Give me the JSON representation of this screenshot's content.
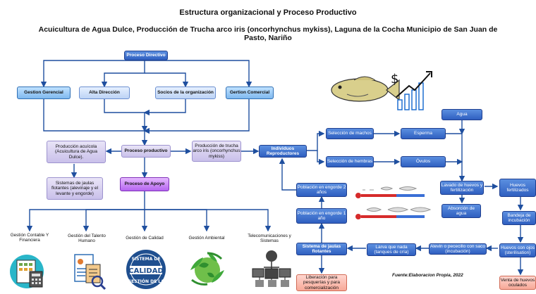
{
  "title": "Estructura organizacional y Proceso Productivo",
  "subtitle": "Acuicultura de Agua Dulce, Producción de Trucha arco iris (oncorhynchus mykiss), Laguna de la Cocha Municipio de San Juan de Pasto, Nariño",
  "nodes": {
    "proceso_directivo": "Proceso Directivo",
    "gestion_gerencial": "Gestion Gerencial",
    "alta_direccion": "Alta Dirección",
    "socios": "Socios de la organización",
    "gestion_comercial": "Gertion Comercial",
    "produccion_acuicola": "Producción acuícola (Acuicultura de Agua Dulce).",
    "sistemas_jaulas_flotantes_note": "Sistemas de jaulas flotantes (alevinaje y el levante y engorde)",
    "proceso_productivo": "Proceso productivo",
    "produccion_trucha": "Producción de trucha arco iris (oncorhynchus mykiss)",
    "individuos_reproductores": "Individuos Reproductores",
    "seleccion_machos": "Selección de machos",
    "esperma": "Esperma",
    "seleccion_hembras": "Selección de hembras",
    "ovulos": "Óvulos",
    "agua": "Agua",
    "lavado_huevos": "Lavado de huevos y fertilización",
    "huevos_fertilizados": "Huevos fertilizados",
    "absorcion_agua": "Absorción de agua",
    "bandeja_incubacion": "Bandeja de incubación",
    "huevos_con_ojos": "Huevos con ojos (sterilisation)",
    "venta_huevos": "Venta de huevos oculados",
    "alevin": "Alevin o pececillo con saco (incubación)",
    "larva": "Larva que nada (tanques de cría)",
    "sistema_jaulas": "Sistema de jaulas flotantes",
    "liberacion": "Liberación para pesquerías y para comercialización",
    "poblacion_2": "Población en engorde 2 años",
    "poblacion_1": "Población en engorde 1 año",
    "proceso_apoyo": "Proceso de Apoyo",
    "gestion_contable": "Gestión Contable Y Financiera",
    "gestion_talento": "Gestión del Talento Humano",
    "gestion_calidad": "Gestión de Calidad",
    "gestion_ambiental": "Gestión Ambiental",
    "telecom": "Telecomunicaciones y Sistemas"
  },
  "calidad_logo_text": "SISTEMA DE CALIDAD GESTIÓN DE LA",
  "source": "Fuente:Elaboracion Propia, 2022",
  "icons": [
    "fish-growth-icon",
    "fish-size-scale-icon",
    "finance-icon",
    "hr-icon",
    "quality-seal-icon",
    "environment-icon",
    "telecom-icon"
  ]
}
